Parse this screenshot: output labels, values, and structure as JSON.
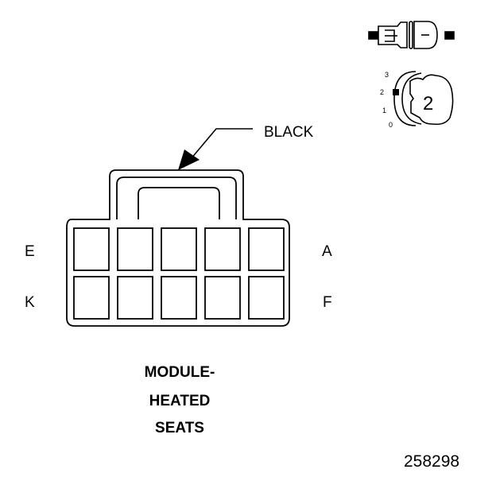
{
  "connector": {
    "color_label": "BLACK",
    "pins_top": {
      "left": "E",
      "right": "A"
    },
    "pins_bottom": {
      "left": "K",
      "right": "F"
    },
    "rows": 2,
    "columns": 5
  },
  "title_lines": [
    "MODULE-",
    "HEATED",
    "SEATS"
  ],
  "figure_number": "258298",
  "key_icon": {
    "position_labels": [
      "3",
      "2",
      "1",
      "0"
    ],
    "key_number": "2"
  }
}
